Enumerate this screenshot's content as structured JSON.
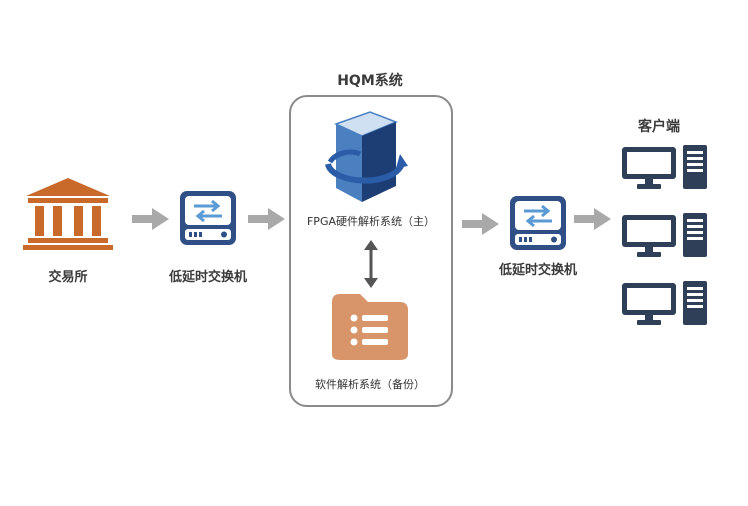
{
  "hqm": {
    "title": "HQM系统"
  },
  "exchange": {
    "label": "交易所"
  },
  "switch_left": {
    "label": "低延时交换机"
  },
  "switch_right": {
    "label": "低延时交换机"
  },
  "fpga": {
    "label": "FPGA硬件解析系统（主）"
  },
  "software": {
    "label": "软件解析系统（备份）"
  },
  "clients": {
    "title": "客户端",
    "count": 3
  },
  "colors": {
    "exchange": "#c96a2a",
    "switch": "#2f4f86",
    "arrow": "#a9a9a9",
    "folder": "#d9956a",
    "client": "#2f3f57",
    "fpga_blue": "#4a7fc0"
  }
}
